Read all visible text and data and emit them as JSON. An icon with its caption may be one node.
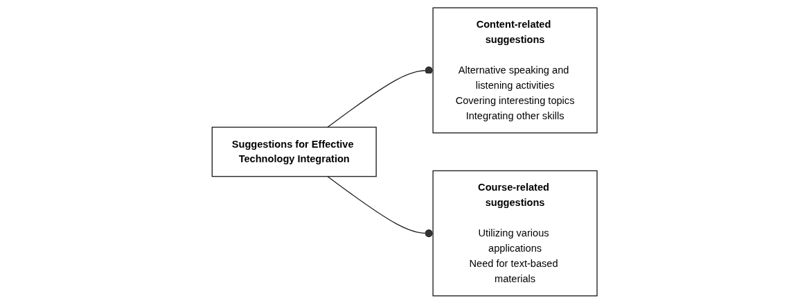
{
  "diagram": {
    "nodes": [
      {
        "text": [
          "Suggestions for Effective Technology Integration"
        ]
      },
      {
        "text": [
          "Content-related suggestions",
          "Alternative speaking and listening activities",
          "Covering interesting topics",
          "Integrating other skills"
        ]
      },
      {
        "text": [
          "Course-related suggestions",
          "Utilizing various applications",
          "Need for text-based materials"
        ]
      }
    ],
    "edges": [
      {
        "from": 0,
        "to": 1,
        "arrow": "other"
      },
      {
        "from": 0,
        "to": 2,
        "arrow": "other"
      }
    ]
  }
}
